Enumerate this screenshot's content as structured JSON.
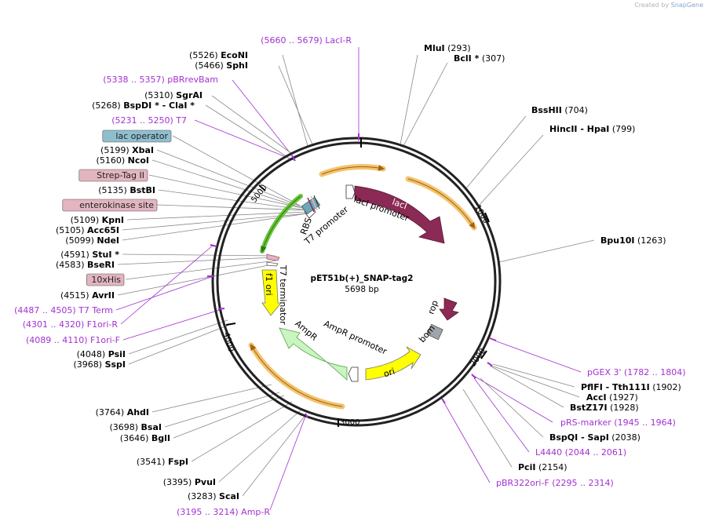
{
  "credit": {
    "prefix": "Created by",
    "brand": "SnapGene"
  },
  "plasmid": {
    "name": "pET51b(+)_SNAP-tag2",
    "length_label": "5698 bp",
    "length": 5698
  },
  "ticks": [
    "1000",
    "2000",
    "3000",
    "4000",
    "5000"
  ],
  "colors": {
    "lacI": "#8a2a55",
    "rop": "#8a2a55",
    "ori": "#ffff00",
    "ampR": "#c8f5c0",
    "f1ori": "#ffff00",
    "primer": "#a231d1",
    "orange": "#f3c36e",
    "green": "#69c23a",
    "lac_operator_bg": "#8fbfcf",
    "tag_bg": "#e3b5c1",
    "enzyme": "#000000"
  },
  "features": [
    {
      "id": "lacI-feature",
      "label": "lacI"
    },
    {
      "id": "lacI-promoter-feature",
      "label": "lacI promoter"
    },
    {
      "id": "rop-feature",
      "label": "rop"
    },
    {
      "id": "bom-feature",
      "label": "bom"
    },
    {
      "id": "ori-feature",
      "label": "ori"
    },
    {
      "id": "ampr-promoter-feature",
      "label": "AmpR promoter"
    },
    {
      "id": "ampr-feature",
      "label": "AmpR"
    },
    {
      "id": "f1-ori-feature",
      "label": "f1 ori"
    },
    {
      "id": "t7-terminator-feature",
      "label": "T7 terminator"
    },
    {
      "id": "t7-promoter-feature",
      "label": "T7 promoter"
    },
    {
      "id": "rbs-feature",
      "label": "RBS"
    }
  ],
  "labels": [
    {
      "type": "primer",
      "pos": "(5660 .. 5679)",
      "name": "LacI-R"
    },
    {
      "type": "enzyme",
      "name": "EcoNI",
      "pos": "(5526)"
    },
    {
      "type": "enzyme",
      "name": "SphI",
      "pos": "(5466)"
    },
    {
      "type": "primer",
      "pos": "(5338 .. 5357)",
      "name": "pBRrevBam"
    },
    {
      "type": "enzyme",
      "name": "SgrAI",
      "pos": "(5310)"
    },
    {
      "type": "enzyme",
      "name": "BspDI * - ClaI *",
      "pos": "(5268)"
    },
    {
      "type": "primer",
      "pos": "(5231 .. 5250)",
      "name": "T7"
    },
    {
      "type": "boxed",
      "name": "lac operator",
      "color": "#8fbfcf"
    },
    {
      "type": "enzyme",
      "name": "XbaI",
      "pos": "(5199)"
    },
    {
      "type": "enzyme",
      "name": "NcoI",
      "pos": "(5160)"
    },
    {
      "type": "boxed",
      "name": "Strep-Tag II",
      "color": "#e3b5c1"
    },
    {
      "type": "enzyme",
      "name": "BstBI",
      "pos": "(5135)"
    },
    {
      "type": "boxed",
      "name": "enterokinase site",
      "color": "#e3b5c1"
    },
    {
      "type": "enzyme",
      "name": "KpnI",
      "pos": "(5109)"
    },
    {
      "type": "enzyme",
      "name": "Acc65I",
      "pos": "(5105)"
    },
    {
      "type": "enzyme",
      "name": "NdeI",
      "pos": "(5099)"
    },
    {
      "type": "enzyme",
      "name": "StuI *",
      "pos": "(4591)"
    },
    {
      "type": "enzyme",
      "name": "BseRI",
      "pos": "(4583)"
    },
    {
      "type": "boxed",
      "name": "10xHis",
      "color": "#e3b5c1"
    },
    {
      "type": "enzyme",
      "name": "AvrII",
      "pos": "(4515)"
    },
    {
      "type": "primer",
      "pos": "(4487 .. 4505)",
      "name": "T7 Term"
    },
    {
      "type": "primer",
      "pos": "(4301 .. 4320)",
      "name": "F1ori-R"
    },
    {
      "type": "primer",
      "pos": "(4089 .. 4110)",
      "name": "F1ori-F"
    },
    {
      "type": "enzyme",
      "name": "PsiI",
      "pos": "(4048)"
    },
    {
      "type": "enzyme",
      "name": "SspI",
      "pos": "(3968)"
    },
    {
      "type": "enzyme",
      "name": "AhdI",
      "pos": "(3764)"
    },
    {
      "type": "enzyme",
      "name": "BsaI",
      "pos": "(3698)"
    },
    {
      "type": "enzyme",
      "name": "BglI",
      "pos": "(3646)"
    },
    {
      "type": "enzyme",
      "name": "FspI",
      "pos": "(3541)"
    },
    {
      "type": "enzyme",
      "name": "PvuI",
      "pos": "(3395)"
    },
    {
      "type": "enzyme",
      "name": "ScaI",
      "pos": "(3283)"
    },
    {
      "type": "primer",
      "pos": "(3195 .. 3214)",
      "name": "Amp-R"
    },
    {
      "type": "enzyme",
      "name": "MluI",
      "pos": "(293)"
    },
    {
      "type": "enzyme",
      "name": "BclI *",
      "pos": "(307)"
    },
    {
      "type": "enzyme",
      "name": "BssHII",
      "pos": "(704)"
    },
    {
      "type": "enzyme",
      "name": "HincII - HpaI",
      "pos": "(799)"
    },
    {
      "type": "enzyme",
      "name": "Bpu10I",
      "pos": "(1263)"
    },
    {
      "type": "primer",
      "name": "pGEX 3'",
      "pos": "(1782 .. 1804)"
    },
    {
      "type": "enzyme",
      "name": "PflFI - Tth111I",
      "pos": "(1902)"
    },
    {
      "type": "enzyme",
      "name": "AccI",
      "pos": "(1927)"
    },
    {
      "type": "enzyme",
      "name": "BstZ17I",
      "pos": "(1928)"
    },
    {
      "type": "primer",
      "name": "pRS-marker",
      "pos": "(1945 .. 1964)"
    },
    {
      "type": "enzyme",
      "name": "BspQI - SapI",
      "pos": "(2038)"
    },
    {
      "type": "primer",
      "name": "L4440",
      "pos": "(2044 .. 2061)"
    },
    {
      "type": "enzyme",
      "name": "PciI",
      "pos": "(2154)"
    },
    {
      "type": "primer",
      "name": "pBR322ori-F",
      "pos": "(2295 .. 2314)"
    }
  ]
}
